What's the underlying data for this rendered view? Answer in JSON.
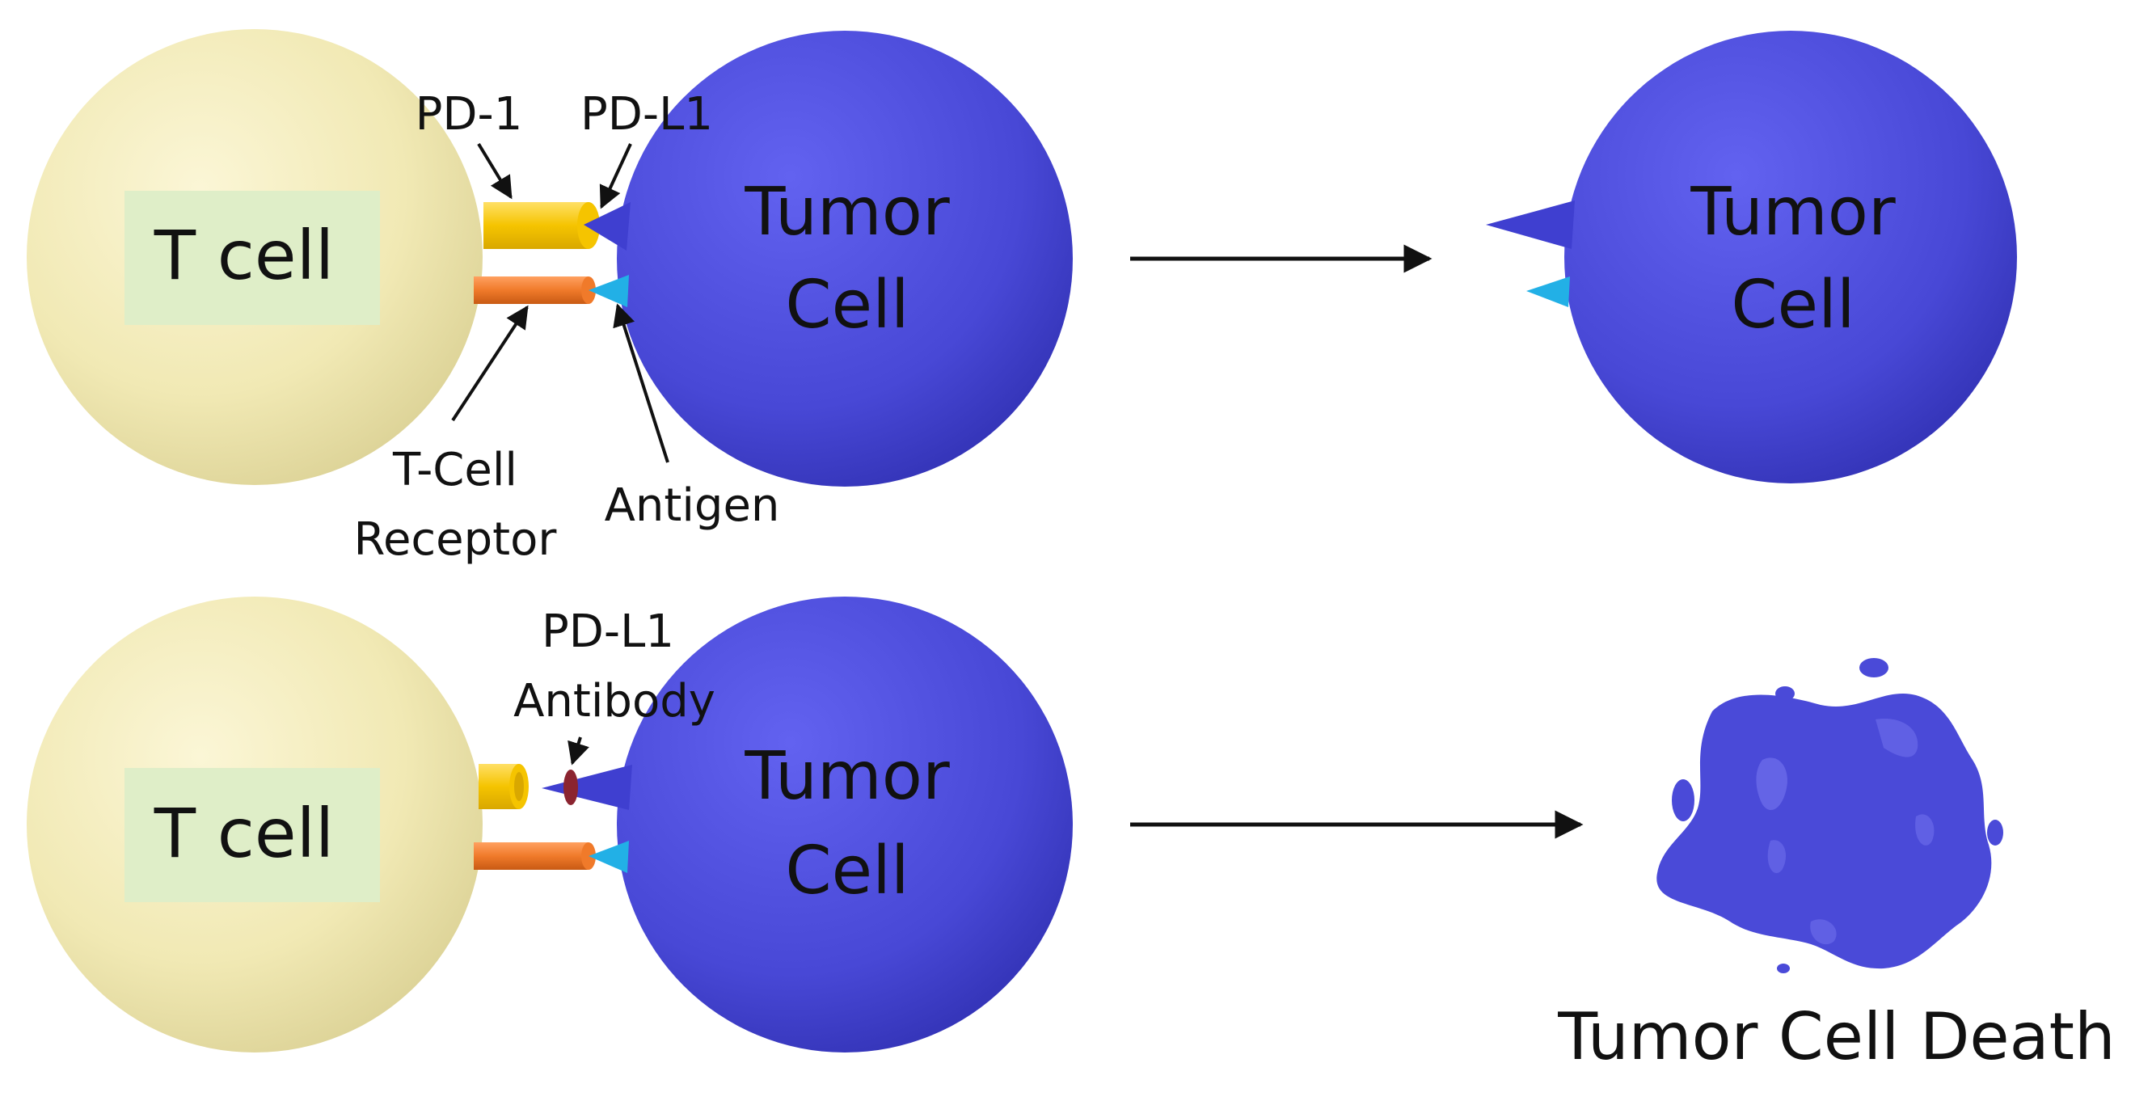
{
  "top_panel": {
    "t_cell_label": "T cell",
    "tumor_label_line1": "Tumor",
    "tumor_label_line2": "Cell",
    "pd1_label": "PD-1",
    "pdl1_label": "PD-L1",
    "tcr_label_line1": "T-Cell",
    "tcr_label_line2": "Receptor",
    "antigen_label": "Antigen",
    "result_tumor_line1": "Tumor",
    "result_tumor_line2": "Cell"
  },
  "bottom_panel": {
    "t_cell_label": "T cell",
    "tumor_label_line1": "Tumor",
    "tumor_label_line2": "Cell",
    "antibody_label_line1": "PD-L1",
    "antibody_label_line2": "Antibody",
    "result_label": "Tumor Cell Death"
  },
  "colors": {
    "t_cell": "#f1e9b4",
    "t_cell_label_box": "#dfeec8",
    "tumor_cell": "#4a4ad8",
    "pd1": "#f5c400",
    "tcr": "#f07a2a",
    "pdl1": "#3f3fd0",
    "antigen": "#22b0e6",
    "antibody": "#8b2430"
  }
}
